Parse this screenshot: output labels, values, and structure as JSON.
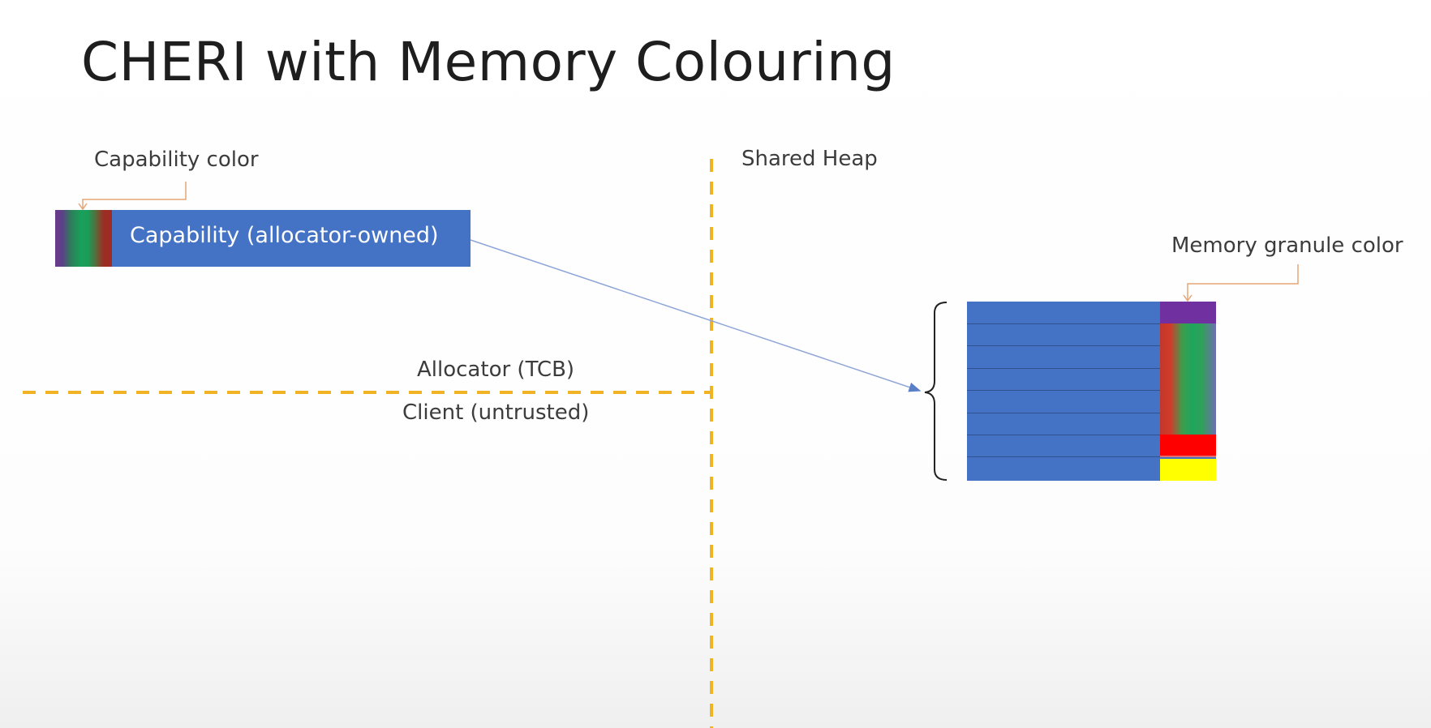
{
  "slide": {
    "title": "CHERI with Memory Colouring"
  },
  "capability": {
    "color_label": "Capability color",
    "bar_label": "Capability (allocator-owned)"
  },
  "regions": {
    "shared_heap": "Shared Heap",
    "allocator": "Allocator (TCB)",
    "client": "Client (untrusted)"
  },
  "heap": {
    "granule_color_label": "Memory granule color",
    "granule_colors": [
      "purple",
      "red-green",
      "red-green",
      "red-green",
      "red-green",
      "red-green",
      "red",
      "red",
      "yellow"
    ]
  },
  "colors": {
    "capability_blue": "#4472c4",
    "divider_dash": "#f0b323",
    "granule_purple": "#7030a0",
    "granule_red": "#ff0000",
    "granule_yellow": "#ffff00",
    "granule_green": "#1fa65d"
  }
}
